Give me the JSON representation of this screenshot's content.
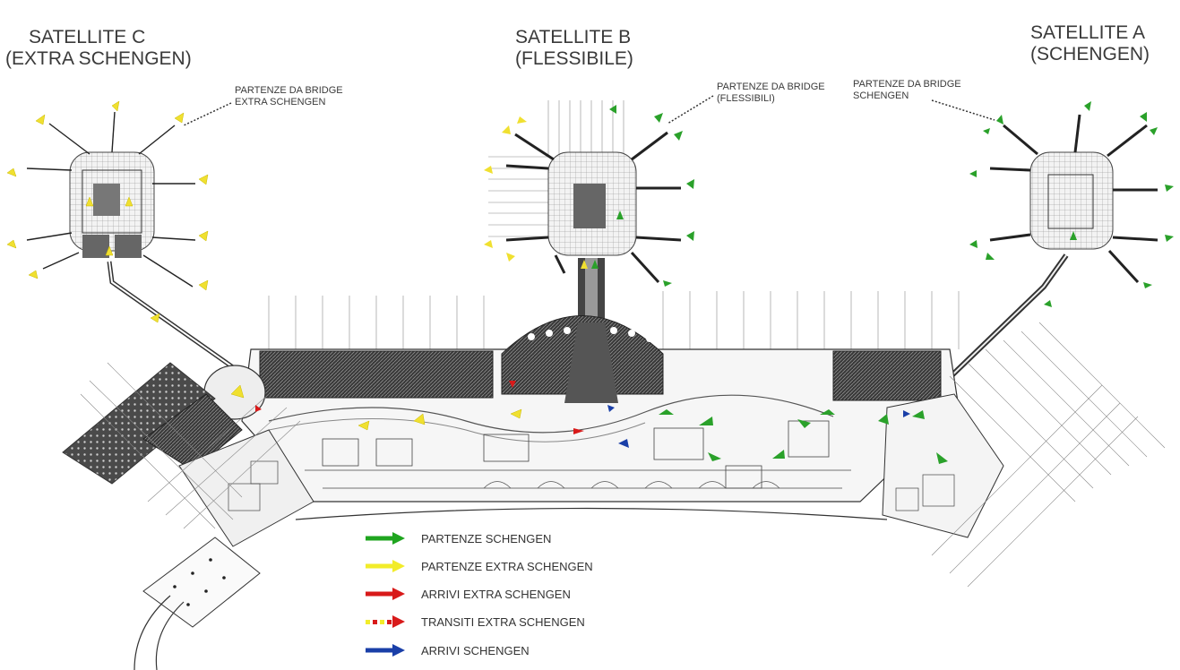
{
  "satellites": [
    {
      "id": "c",
      "title_line1": "SATELLITE C",
      "title_line2": "(EXTRA SCHENGEN)",
      "callout_line1": "PARTENZE DA BRIDGE",
      "callout_line2": "EXTRA SCHENGEN",
      "arrow_color": "#f0e030"
    },
    {
      "id": "b",
      "title_line1": "SATELLITE B",
      "title_line2": "(FLESSIBILE)",
      "callout_line1": "PARTENZE DA BRIDGE",
      "callout_line2": "(FLESSIBILI)",
      "arrow_color": "#2aa12a"
    },
    {
      "id": "a",
      "title_line1": "SATELLITE A",
      "title_line2": "(SCHENGEN)",
      "callout_line1": "PARTENZE DA BRIDGE",
      "callout_line2": "SCHENGEN",
      "arrow_color": "#2aa12a"
    }
  ],
  "legend": [
    {
      "label": "PARTENZE SCHENGEN",
      "color": "#1fa51f",
      "style": "solid"
    },
    {
      "label": "PARTENZE EXTRA SCHENGEN",
      "color": "#f2ec2a",
      "style": "solid"
    },
    {
      "label": "ARRIVI EXTRA SCHENGEN",
      "color": "#d81a1a",
      "style": "solid"
    },
    {
      "label": "TRANSITI EXTRA SCHENGEN",
      "color": "#d81a1a",
      "secondary_color": "#f2ec2a",
      "style": "dotted"
    },
    {
      "label": "ARRIVI SCHENGEN",
      "color": "#1a3fa8",
      "style": "solid"
    }
  ]
}
